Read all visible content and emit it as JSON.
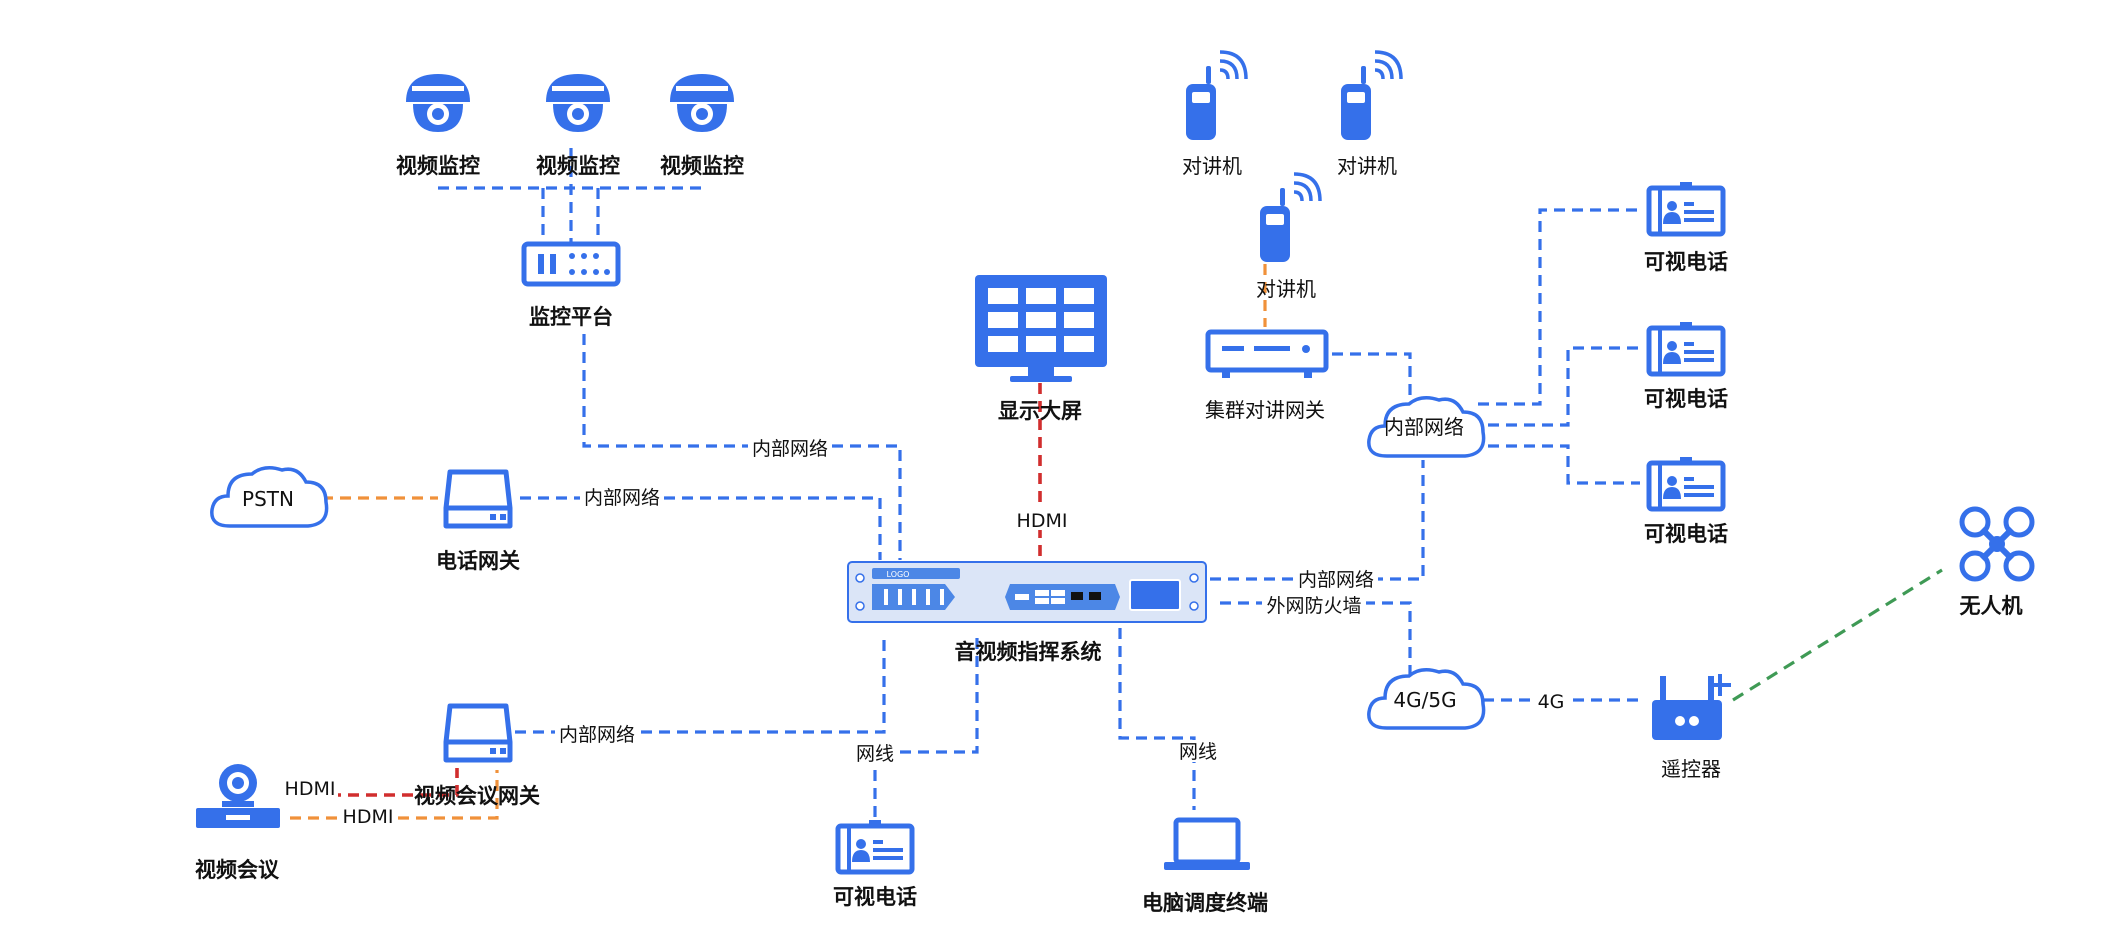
{
  "nodes": {
    "cam1": "视频监控",
    "cam2": "视频监控",
    "cam3": "视频监控",
    "monitor_platform": "监控平台",
    "radio1": "对讲机",
    "radio2": "对讲机",
    "radio3": "对讲机",
    "radio_gateway": "集群对讲网关",
    "display": "显示大屏",
    "pstn": "PSTN",
    "phone_gateway": "电话网关",
    "core": "音视频指挥系统",
    "internal_cloud": "内部网络",
    "net_cloud": "4G/5G",
    "vphone1": "可视电话",
    "vphone2": "可视电话",
    "vphone3": "可视电话",
    "vphone_bottom": "可视电话",
    "drone": "无人机",
    "remote": "遥控器",
    "vc_gateway": "视频会议网关",
    "vc": "视频会议",
    "pc": "电脑调度终端",
    "logo": "LOGO"
  },
  "edges": {
    "platform_core": "内部网络",
    "phone_core": "内部网络",
    "display_core": "HDMI",
    "core_internal": "内部网络",
    "core_firewall": "外网防火墙",
    "vc_core": "内部网络",
    "vphone_line": "网线",
    "pc_line": "网线",
    "lte": "4G",
    "vc_hdmi_1": "HDMI",
    "vc_hdmi_2": "HDMI"
  },
  "colors": {
    "icon": "#3570ea",
    "network": "#3570ea",
    "hdmi": "#d12e2e",
    "analog": "#f0913a",
    "wireless": "#3f9a55"
  }
}
